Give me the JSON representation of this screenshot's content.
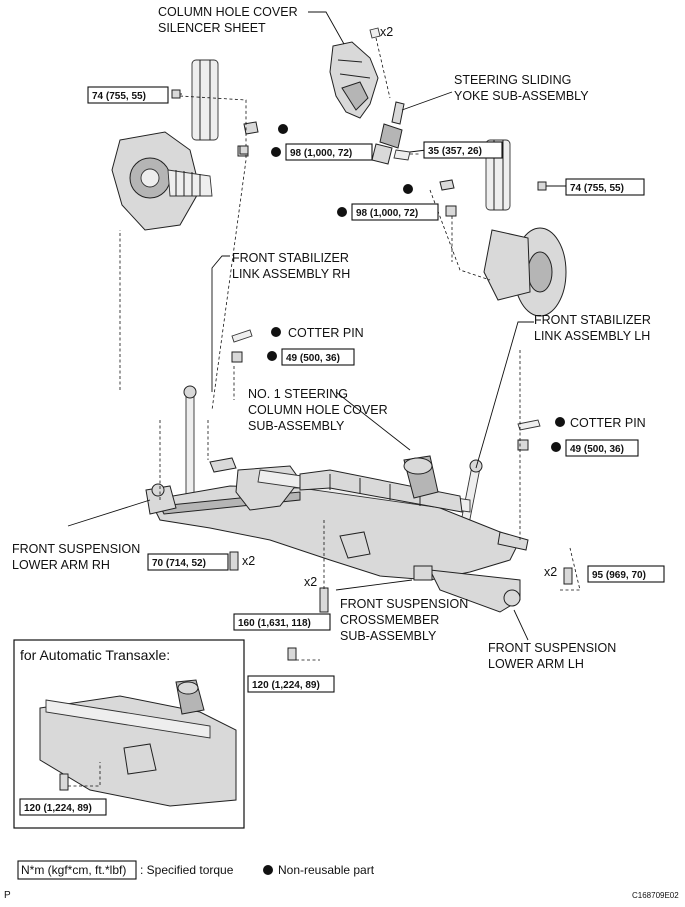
{
  "labels": {
    "column_hole_cover_silencer": [
      "COLUMN HOLE COVER",
      "SILENCER SHEET"
    ],
    "steering_sliding_yoke": [
      "STEERING SLIDING",
      "YOKE SUB-ASSEMBLY"
    ],
    "front_stabilizer_link_rh": [
      "FRONT STABILIZER",
      "LINK ASSEMBLY RH"
    ],
    "front_stabilizer_link_lh": [
      "FRONT STABILIZER",
      "LINK ASSEMBLY LH"
    ],
    "no1_steering_column_hole_cover": [
      "NO. 1 STEERING",
      "COLUMN HOLE COVER",
      "SUB-ASSEMBLY"
    ],
    "front_suspension_lower_arm_rh": [
      "FRONT SUSPENSION",
      "LOWER ARM RH"
    ],
    "front_suspension_crossmember": [
      "FRONT SUSPENSION",
      "CROSSMEMBER",
      "SUB-ASSEMBLY"
    ],
    "front_suspension_lower_arm_lh": [
      "FRONT SUSPENSION",
      "LOWER ARM LH"
    ],
    "cotter_pin": "COTTER PIN",
    "x2": "x2"
  },
  "torques": {
    "t74": "74 (755, 55)",
    "t98": "98 (1,000, 72)",
    "t35": "35 (357, 26)",
    "t49": "49 (500, 36)",
    "t70": "70 (714, 52)",
    "t95": "95 (969, 70)",
    "t160": "160 (1,631, 118)",
    "t120": "120 (1,224, 89)"
  },
  "inset": {
    "title": "for Automatic Transaxle:"
  },
  "legend": {
    "torque_unit": "N*m (kgf*cm, ft.*lbf)",
    "torque_text": ": Specified torque",
    "nonreusable_text": "Non-reusable part"
  },
  "footer": {
    "page_letter": "P",
    "figure_code": "C168709E02"
  }
}
